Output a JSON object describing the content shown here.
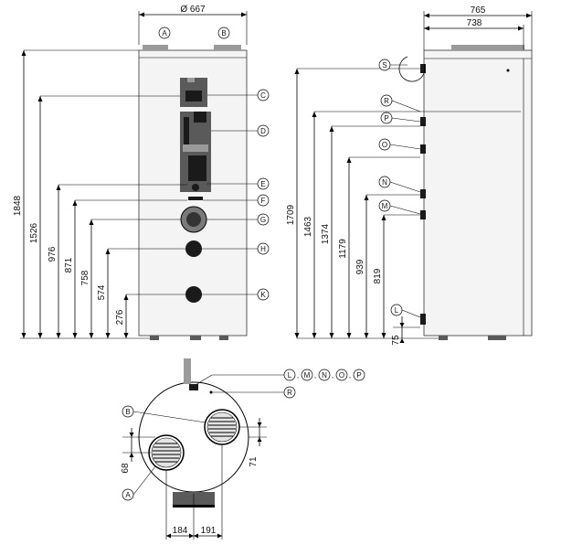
{
  "front_view": {
    "diameter": "Ø 667",
    "heights": [
      "1848",
      "1526",
      "976",
      "871",
      "758",
      "574",
      "276"
    ],
    "callouts": [
      "A",
      "B",
      "C",
      "D",
      "E",
      "F",
      "G",
      "H",
      "K"
    ]
  },
  "side_view": {
    "width_outer": "765",
    "width_inner": "738",
    "heights": [
      "1709",
      "1463",
      "1374",
      "1179",
      "939",
      "819",
      "75"
    ],
    "callouts": [
      "S",
      "R",
      "P",
      "O",
      "N",
      "M",
      "L"
    ]
  },
  "top_view": {
    "callouts": [
      "B",
      "A",
      "R"
    ],
    "callout_group": [
      "L",
      "M",
      "N",
      "O",
      "P"
    ],
    "group_separator": ",",
    "dims": [
      "68",
      "71",
      "184",
      "191"
    ]
  },
  "colors": {
    "line": "#000000",
    "body": "#f4f4f4",
    "component": "#1a1a1a"
  }
}
